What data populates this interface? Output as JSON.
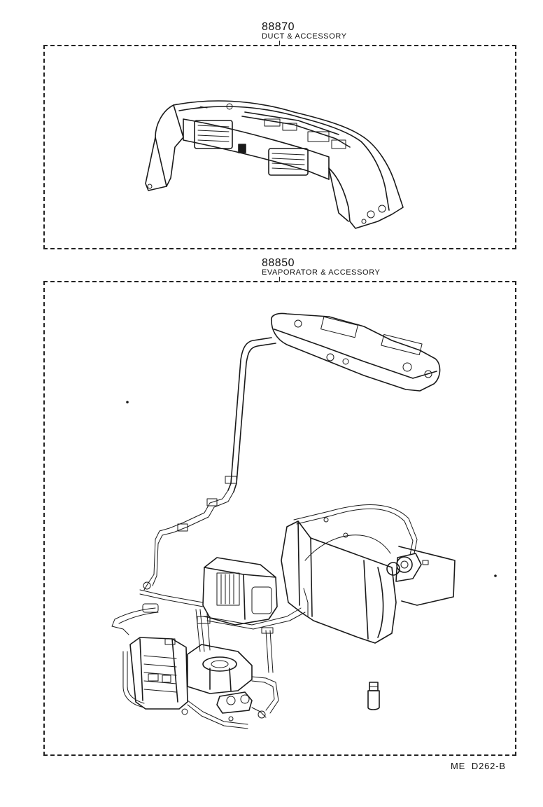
{
  "sections": [
    {
      "part_number": "88870",
      "caption": "DUCT & ACCESSORY"
    },
    {
      "part_number": "88850",
      "caption": "EVAPORATOR & ACCESSORY"
    }
  ],
  "footer": {
    "reference": "ME  D262-B"
  }
}
